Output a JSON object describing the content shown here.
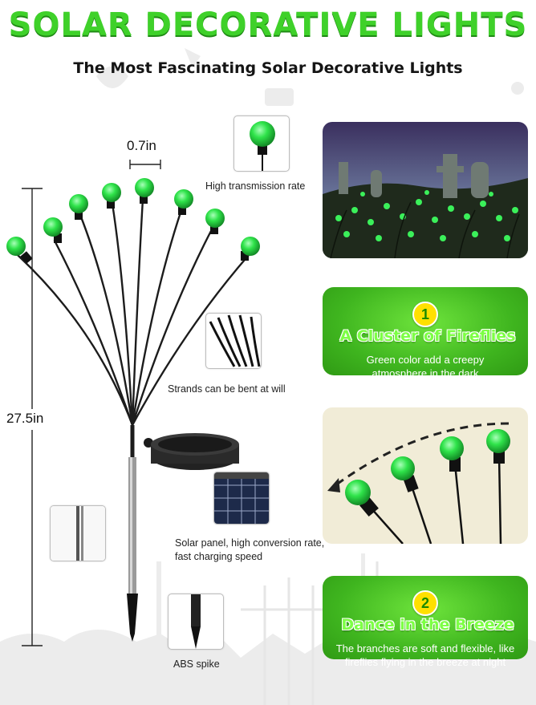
{
  "header": {
    "title": "SOLAR DECORATIVE LIGHTS",
    "subtitle": "The Most Fascinating Solar Decorative Lights"
  },
  "dimensions": {
    "width_label": "0.7in",
    "height_label": "27.5in"
  },
  "features": [
    {
      "caption": "High transmission rate",
      "icon": "bulb-closeup-icon"
    },
    {
      "caption": "Strands can be bent at will",
      "icon": "bent-strands-icon"
    },
    {
      "caption": "Solar panel, high conversion rate, fast charging speed",
      "icon": "solar-panel-icon"
    },
    {
      "caption": "ABS spike",
      "icon": "ground-spike-icon"
    }
  ],
  "cards": [
    {
      "number": "1",
      "title": "A Cluster of Fireflies",
      "body": "Green color add a  creepy atmosphere in the dark"
    },
    {
      "number": "2",
      "title": "Dance in the Breeze",
      "body": "The branches are soft and flexible, like fireflies flying in the breeze at night"
    }
  ],
  "colors": {
    "accent_green": "#3fd12a",
    "bulb_green": "#2fe34a",
    "card_green": "#3fb51f",
    "badge_yellow": "#ffe000"
  }
}
